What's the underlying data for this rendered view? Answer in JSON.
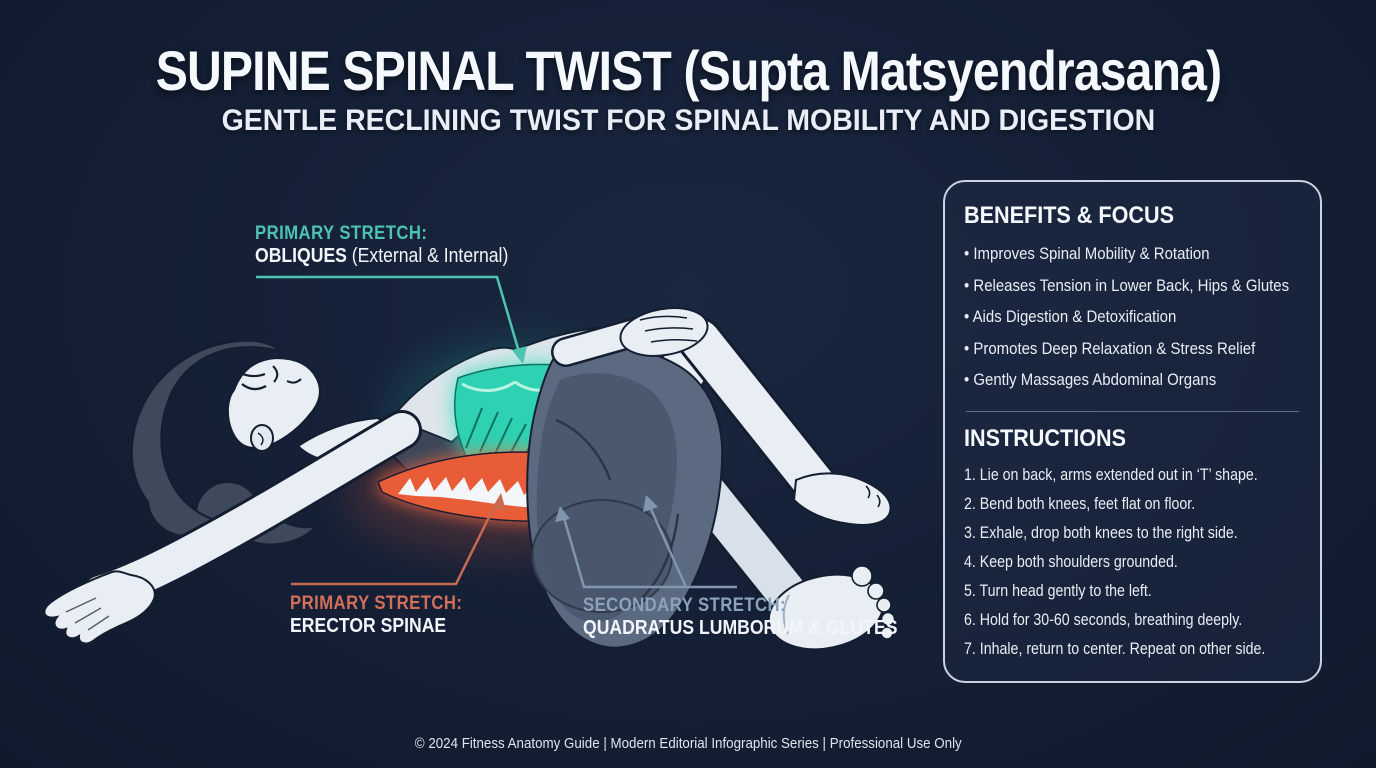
{
  "header": {
    "title": "SUPINE SPINAL TWIST (Supta Matsyendrasana)",
    "subtitle": "GENTLE RECLINING TWIST FOR SPINAL MOBILITY AND DIGESTION"
  },
  "labels": {
    "obliques": {
      "heading": "PRIMARY STRETCH:",
      "muscle": "OBLIQUES",
      "muscle_detail": " (External & Internal)",
      "color": "#4ec3b2"
    },
    "erector": {
      "heading": "PRIMARY STRETCH:",
      "muscle": "ERECTOR SPINAE",
      "muscle_detail": "",
      "color": "#d2705a"
    },
    "secondary": {
      "heading": "SECONDARY STRETCH:",
      "muscle": "QUADRATUS LUMBORUM & GLUTES",
      "muscle_detail": "",
      "color": "#8ca2bc"
    }
  },
  "benefits": {
    "title": "BENEFITS & FOCUS",
    "bullet": "•",
    "items": [
      "Improves Spinal Mobility & Rotation",
      "Releases Tension in Lower Back, Hips & Glutes",
      "Aids Digestion & Detoxification",
      "Promotes Deep Relaxation & Stress Relief",
      "Gently Massages Abdominal Organs"
    ]
  },
  "instructions": {
    "title": "INSTRUCTIONS",
    "items": [
      "Lie on back, arms extended out in ‘T’ shape.",
      "Bend both knees, feet flat on floor.",
      "Exhale, drop both knees to the right side.",
      "Keep both shoulders grounded.",
      "Turn head gently to the left.",
      "Hold for 30-60 seconds, breathing deeply.",
      "Inhale, return to center. Repeat on other side."
    ]
  },
  "footer": {
    "text": "© 2024 Fitness Anatomy Guide | Modern Editorial Infographic Series | Professional Use Only"
  },
  "colors": {
    "background": "#141f35",
    "panel_border": "#c9d4e0",
    "teal_accent": "#4ec3b2",
    "teal_muscle": "#2ed1b2",
    "orange_accent": "#d2705a",
    "orange_muscle": "#e85c38",
    "secondary_accent": "#8ca2bc",
    "skin": "#e9eef4",
    "hair": "#3e495c",
    "tank_top": "#3c4759",
    "shorts": "#5b6a80"
  }
}
